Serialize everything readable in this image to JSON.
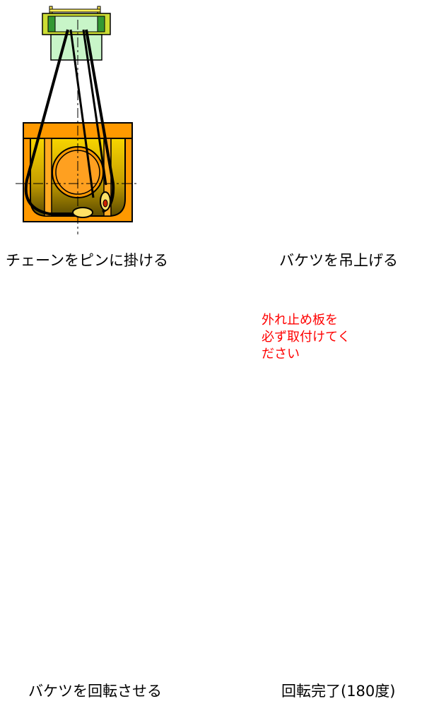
{
  "captions": {
    "step1": "チェーンをピンに掛ける",
    "step2": "バケツを吊上げる",
    "step3": "バケツを回転させる",
    "step4": "回転完了(180度)"
  },
  "callout": {
    "lines": [
      "外れ止め板を",
      "必ず取付けてく",
      "ださい"
    ]
  },
  "colors": {
    "bucket_orange": "#ff9900",
    "bucket_inner_top": "#f5d000",
    "bucket_inner_bottom": "#6a5a00",
    "hook_green": "#c8f5c8",
    "hook_yellow": "#ccdd33",
    "warning_red": "#ff0000",
    "arrow_red": "#ee1100",
    "spill_brown": "#a0522d"
  }
}
